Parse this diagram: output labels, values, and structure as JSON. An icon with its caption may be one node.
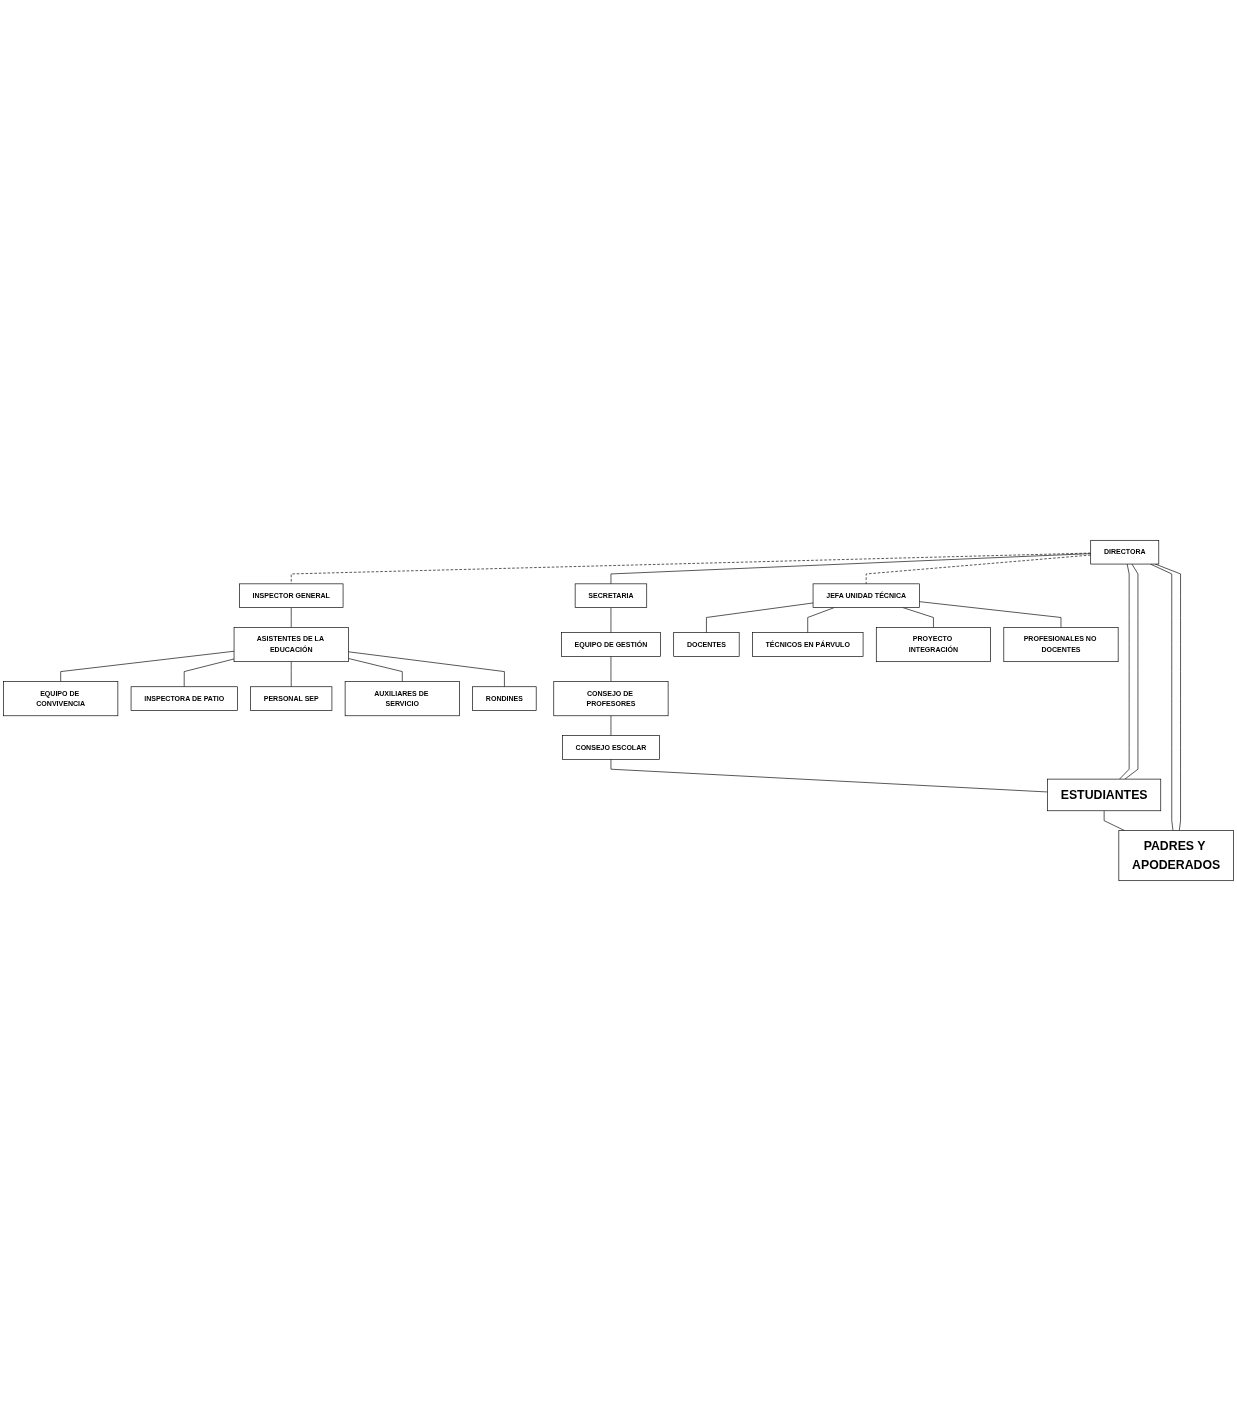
{
  "diagram": {
    "nodes": [
      {
        "text": [
          "DIRECTORA"
        ]
      },
      {
        "text": [
          "INSPECTOR GENERAL"
        ]
      },
      {
        "text": [
          "SECRETARIA"
        ]
      },
      {
        "text": [
          "JEFA UNIDAD TÉCNICA"
        ]
      },
      {
        "text": [
          "ASISTENTES DE LA EDUCACIÓN"
        ]
      },
      {
        "text": [
          "EQUIPO DE GESTIÓN"
        ]
      },
      {
        "text": [
          "EQUIPO DE CONVIVENCIA"
        ]
      },
      {
        "text": [
          "DOCENTES"
        ]
      },
      {
        "text": [
          "INSPECTORA DE PATIO"
        ]
      },
      {
        "text": [
          "TÉCNICOS EN PÁRVULO"
        ]
      },
      {
        "text": [
          "PERSONAL SEP"
        ]
      },
      {
        "text": [
          "PROYECTO INTEGRACIÓN"
        ]
      },
      {
        "text": [
          "AUXILIARES DE SERVICIO"
        ]
      },
      {
        "text": [
          "PROFESIONALES NO DOCENTES"
        ]
      },
      {
        "text": [
          "RONDINES"
        ]
      },
      {
        "text": [
          "CONSEJO DE PROFESORES"
        ]
      },
      {
        "text": [
          "CONSEJO ESCOLAR"
        ]
      },
      {
        "text": [
          "ESTUDIANTES"
        ]
      },
      {
        "text": [
          "PADRES Y APODERADOS"
        ]
      }
    ],
    "edges": [
      {
        "from": 0,
        "to": 1,
        "arrow": "none",
        "style": "dashed"
      },
      {
        "from": 0,
        "to": 2,
        "arrow": "none"
      },
      {
        "from": 0,
        "to": 3,
        "arrow": "none",
        "style": "dashed"
      },
      {
        "from": 2,
        "to": 5,
        "arrow": "none"
      },
      {
        "from": 1,
        "to": 4,
        "arrow": "none"
      },
      {
        "from": 4,
        "to": 6,
        "arrow": "none"
      },
      {
        "from": 4,
        "to": 8,
        "arrow": "none"
      },
      {
        "from": 4,
        "to": 10,
        "arrow": "none"
      },
      {
        "from": 4,
        "to": 12,
        "arrow": "none"
      },
      {
        "from": 4,
        "to": 14,
        "arrow": "none"
      },
      {
        "from": 3,
        "to": 7,
        "arrow": "none"
      },
      {
        "from": 3,
        "to": 9,
        "arrow": "none"
      },
      {
        "from": 3,
        "to": 11,
        "arrow": "none"
      },
      {
        "from": 3,
        "to": 13,
        "arrow": "none"
      },
      {
        "from": 5,
        "to": 15,
        "arrow": "none"
      },
      {
        "from": 15,
        "to": 16,
        "arrow": "none"
      },
      {
        "from": 16,
        "to": 17,
        "arrow": "none"
      },
      {
        "from": 17,
        "to": 18,
        "arrow": "none"
      },
      {
        "from": 0,
        "to": 17,
        "arrow": "none"
      },
      {
        "from": 0,
        "to": 18,
        "arrow": "none"
      },
      {
        "from": 0,
        "to": 17,
        "arrow": "none"
      },
      {
        "from": 0,
        "to": 18,
        "arrow": "none"
      }
    ]
  }
}
